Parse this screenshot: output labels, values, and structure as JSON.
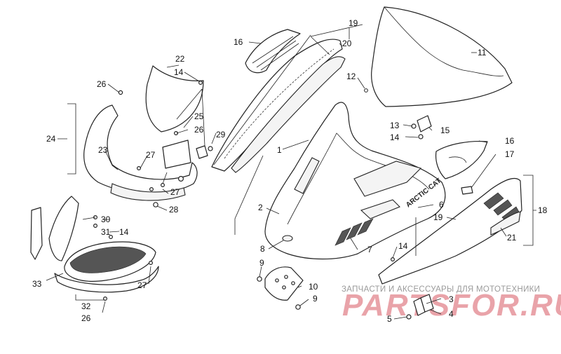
{
  "diagram": {
    "callouts": {
      "c1": "1",
      "c2": "2",
      "c3": "3",
      "c4": "4",
      "c5": "5",
      "c6": "6",
      "c7": "7",
      "c8": "8",
      "c9a": "9",
      "c9b": "9",
      "c10": "10",
      "c11": "11",
      "c12": "12",
      "c13": "13",
      "c14a": "14",
      "c14b": "14",
      "c14c": "14",
      "c14d": "14",
      "c15": "15",
      "c16a": "16",
      "c16b": "16",
      "c17": "17",
      "c18": "18",
      "c19a": "19",
      "c19b": "19",
      "c20": "20",
      "c21": "21",
      "c22": "22",
      "c23": "23",
      "c24": "24",
      "c25": "25",
      "c26a": "26",
      "c26b": "26",
      "c26c": "26",
      "c27a": "27",
      "c27b": "27",
      "c27c": "27",
      "c28": "28",
      "c29": "29",
      "c30": "30",
      "c31": "31",
      "c32": "32",
      "c33": "33"
    },
    "hood_logo_text": "ARCTIC CAT"
  },
  "watermark": {
    "tagline": "ЗАПЧАСТИ И АКСЕССУАРЫ ДЛЯ МОТОТЕХНИКИ",
    "brand": "PARTSFOR.RU"
  }
}
